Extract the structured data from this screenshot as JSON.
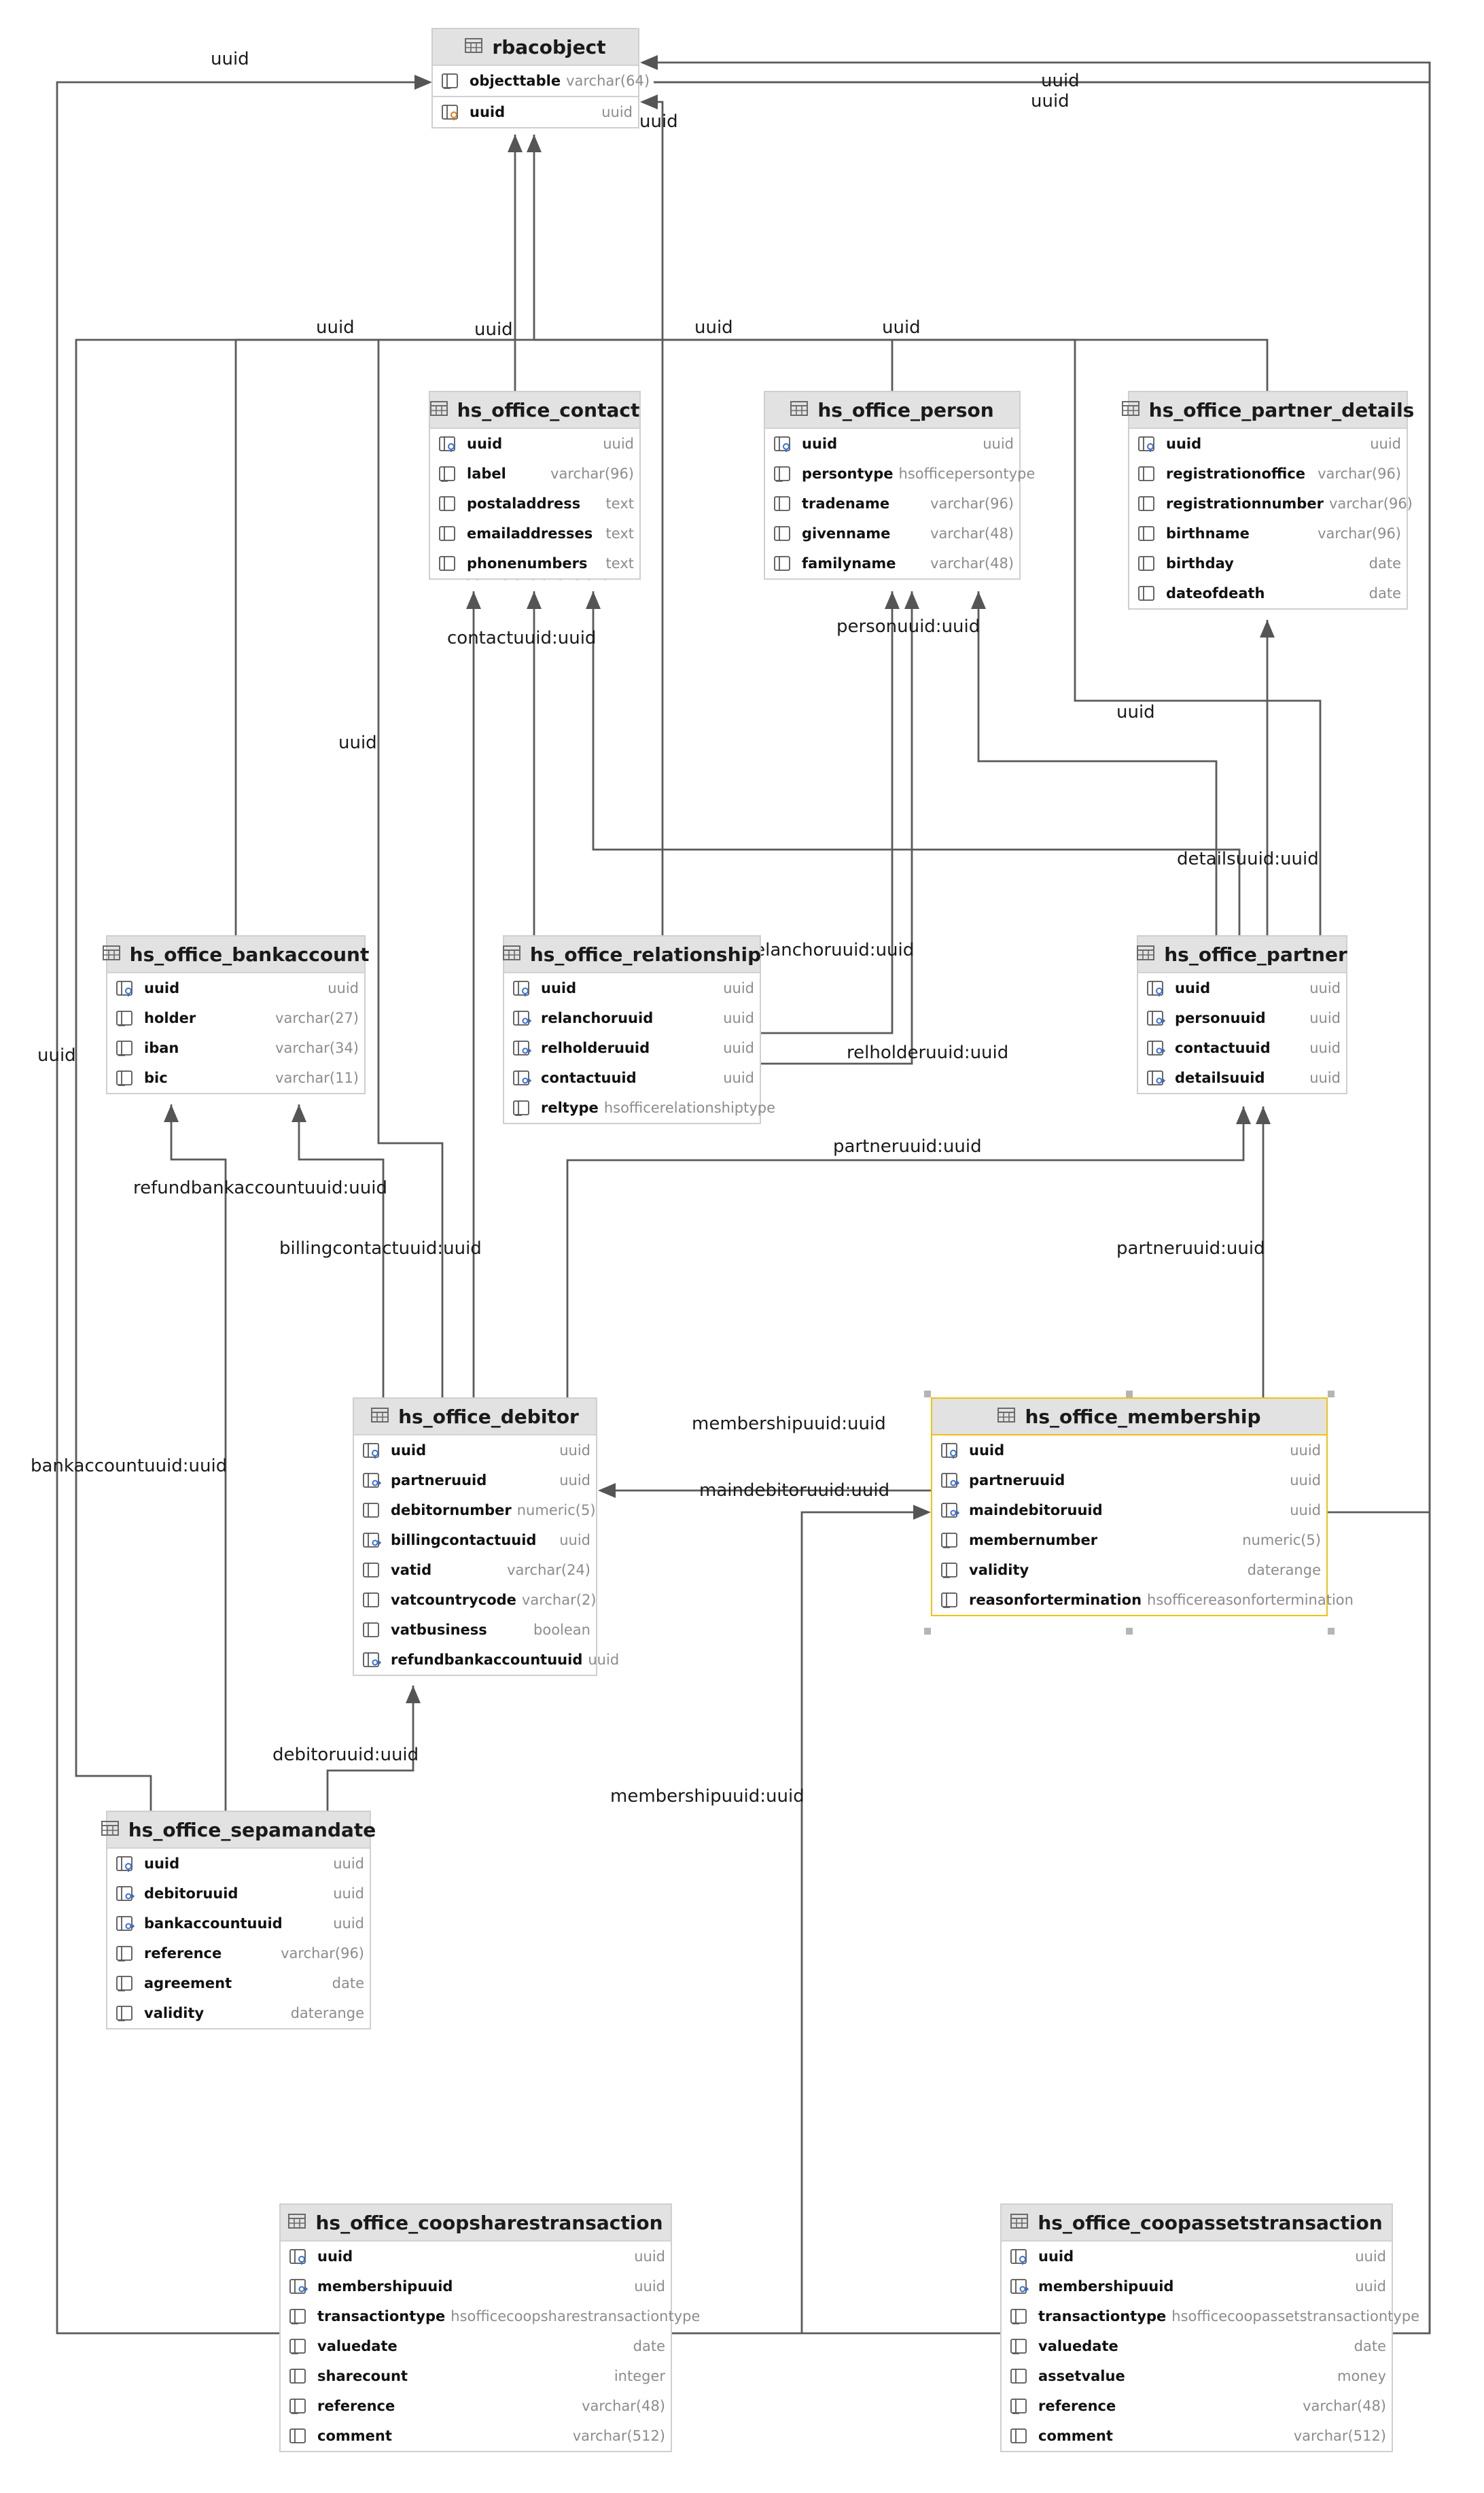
{
  "tables": {
    "rbacobject": {
      "title": "rbacobject",
      "columns": [
        {
          "name": "objecttable",
          "type": "varchar(64)",
          "icon": "column-not-null-icon"
        },
        {
          "name": "uuid",
          "type": "uuid",
          "icon": "primary-key-icon"
        }
      ]
    },
    "contact": {
      "title": "hs_office_contact",
      "columns": [
        {
          "name": "uuid",
          "type": "uuid",
          "icon": "key-icon"
        },
        {
          "name": "label",
          "type": "varchar(96)",
          "icon": "column-not-null-icon"
        },
        {
          "name": "postaladdress",
          "type": "text",
          "icon": "column-icon"
        },
        {
          "name": "emailaddresses",
          "type": "text",
          "icon": "column-icon"
        },
        {
          "name": "phonenumbers",
          "type": "text",
          "icon": "column-icon"
        }
      ]
    },
    "person": {
      "title": "hs_office_person",
      "columns": [
        {
          "name": "uuid",
          "type": "uuid",
          "icon": "key-icon"
        },
        {
          "name": "persontype",
          "type": "hsofficepersontype",
          "icon": "column-not-null-icon"
        },
        {
          "name": "tradename",
          "type": "varchar(96)",
          "icon": "column-icon"
        },
        {
          "name": "givenname",
          "type": "varchar(48)",
          "icon": "column-icon"
        },
        {
          "name": "familyname",
          "type": "varchar(48)",
          "icon": "column-icon"
        }
      ]
    },
    "partner_details": {
      "title": "hs_office_partner_details",
      "columns": [
        {
          "name": "uuid",
          "type": "uuid",
          "icon": "key-icon"
        },
        {
          "name": "registrationoffice",
          "type": "varchar(96)",
          "icon": "column-icon"
        },
        {
          "name": "registrationnumber",
          "type": "varchar(96)",
          "icon": "column-icon"
        },
        {
          "name": "birthname",
          "type": "varchar(96)",
          "icon": "column-icon"
        },
        {
          "name": "birthday",
          "type": "date",
          "icon": "column-icon"
        },
        {
          "name": "dateofdeath",
          "type": "date",
          "icon": "column-icon"
        }
      ]
    },
    "bankaccount": {
      "title": "hs_office_bankaccount",
      "columns": [
        {
          "name": "uuid",
          "type": "uuid",
          "icon": "key-icon"
        },
        {
          "name": "holder",
          "type": "varchar(27)",
          "icon": "column-not-null-icon"
        },
        {
          "name": "iban",
          "type": "varchar(34)",
          "icon": "column-not-null-icon"
        },
        {
          "name": "bic",
          "type": "varchar(11)",
          "icon": "column-not-null-icon"
        }
      ]
    },
    "relationship": {
      "title": "hs_office_relationship",
      "columns": [
        {
          "name": "uuid",
          "type": "uuid",
          "icon": "key-icon"
        },
        {
          "name": "relanchoruuid",
          "type": "uuid",
          "icon": "foreign-key-icon"
        },
        {
          "name": "relholderuuid",
          "type": "uuid",
          "icon": "foreign-key-icon"
        },
        {
          "name": "contactuuid",
          "type": "uuid",
          "icon": "foreign-key-icon"
        },
        {
          "name": "reltype",
          "type": "hsofficerelationshiptype",
          "icon": "column-not-null-icon"
        }
      ]
    },
    "partner": {
      "title": "hs_office_partner",
      "columns": [
        {
          "name": "uuid",
          "type": "uuid",
          "icon": "key-icon"
        },
        {
          "name": "personuuid",
          "type": "uuid",
          "icon": "foreign-key-icon"
        },
        {
          "name": "contactuuid",
          "type": "uuid",
          "icon": "foreign-key-icon"
        },
        {
          "name": "detailsuuid",
          "type": "uuid",
          "icon": "foreign-key-icon"
        }
      ]
    },
    "debitor": {
      "title": "hs_office_debitor",
      "columns": [
        {
          "name": "uuid",
          "type": "uuid",
          "icon": "key-icon"
        },
        {
          "name": "partneruuid",
          "type": "uuid",
          "icon": "foreign-key-icon"
        },
        {
          "name": "debitornumber",
          "type": "numeric(5)",
          "icon": "column-icon"
        },
        {
          "name": "billingcontactuuid",
          "type": "uuid",
          "icon": "foreign-key-icon"
        },
        {
          "name": "vatid",
          "type": "varchar(24)",
          "icon": "column-icon"
        },
        {
          "name": "vatcountrycode",
          "type": "varchar(2)",
          "icon": "column-icon"
        },
        {
          "name": "vatbusiness",
          "type": "boolean",
          "icon": "column-icon"
        },
        {
          "name": "refundbankaccountuuid",
          "type": "uuid",
          "icon": "foreign-key-icon"
        }
      ]
    },
    "membership": {
      "title": "hs_office_membership",
      "columns": [
        {
          "name": "uuid",
          "type": "uuid",
          "icon": "key-icon"
        },
        {
          "name": "partneruuid",
          "type": "uuid",
          "icon": "foreign-key-icon"
        },
        {
          "name": "maindebitoruuid",
          "type": "uuid",
          "icon": "foreign-key-icon"
        },
        {
          "name": "membernumber",
          "type": "numeric(5)",
          "icon": "column-not-null-icon"
        },
        {
          "name": "validity",
          "type": "daterange",
          "icon": "column-not-null-icon"
        },
        {
          "name": "reasonfortermination",
          "type": "hsofficereasonfortermination",
          "icon": "column-not-null-icon"
        }
      ]
    },
    "sepamandate": {
      "title": "hs_office_sepamandate",
      "columns": [
        {
          "name": "uuid",
          "type": "uuid",
          "icon": "key-icon"
        },
        {
          "name": "debitoruuid",
          "type": "uuid",
          "icon": "foreign-key-icon"
        },
        {
          "name": "bankaccountuuid",
          "type": "uuid",
          "icon": "foreign-key-icon"
        },
        {
          "name": "reference",
          "type": "varchar(96)",
          "icon": "column-not-null-icon"
        },
        {
          "name": "agreement",
          "type": "date",
          "icon": "column-not-null-icon"
        },
        {
          "name": "validity",
          "type": "daterange",
          "icon": "column-not-null-icon"
        }
      ]
    },
    "coopshares": {
      "title": "hs_office_coopsharestransaction",
      "columns": [
        {
          "name": "uuid",
          "type": "uuid",
          "icon": "key-icon"
        },
        {
          "name": "membershipuuid",
          "type": "uuid",
          "icon": "foreign-key-icon"
        },
        {
          "name": "transactiontype",
          "type": "hsofficecoopsharestransactiontype",
          "icon": "column-not-null-icon"
        },
        {
          "name": "valuedate",
          "type": "date",
          "icon": "column-not-null-icon"
        },
        {
          "name": "sharecount",
          "type": "integer",
          "icon": "column-icon"
        },
        {
          "name": "reference",
          "type": "varchar(48)",
          "icon": "column-not-null-icon"
        },
        {
          "name": "comment",
          "type": "varchar(512)",
          "icon": "column-icon"
        }
      ]
    },
    "coopassets": {
      "title": "hs_office_coopassetstransaction",
      "columns": [
        {
          "name": "uuid",
          "type": "uuid",
          "icon": "key-icon"
        },
        {
          "name": "membershipuuid",
          "type": "uuid",
          "icon": "foreign-key-icon"
        },
        {
          "name": "transactiontype",
          "type": "hsofficecoopassetstransactiontype",
          "icon": "column-not-null-icon"
        },
        {
          "name": "valuedate",
          "type": "date",
          "icon": "column-not-null-icon"
        },
        {
          "name": "assetvalue",
          "type": "money",
          "icon": "column-icon"
        },
        {
          "name": "reference",
          "type": "varchar(48)",
          "icon": "column-not-null-icon"
        },
        {
          "name": "comment",
          "type": "varchar(512)",
          "icon": "column-icon"
        }
      ]
    }
  },
  "edge_labels": [
    {
      "id": "uuid-coopshares",
      "text": "uuid"
    },
    {
      "id": "uuid-coopassets-1",
      "text": "uuid"
    },
    {
      "id": "uuid-coopassets-2",
      "text": "uuid"
    },
    {
      "id": "uuid-relationship",
      "text": "uuid"
    },
    {
      "id": "uuid-bankaccount",
      "text": "uuid"
    },
    {
      "id": "uuid-contact",
      "text": "uuid"
    },
    {
      "id": "uuid-person",
      "text": "uuid"
    },
    {
      "id": "uuid-partner-details",
      "text": "uuid"
    },
    {
      "id": "uuid-debitor",
      "text": "uuid"
    },
    {
      "id": "uuid-partner",
      "text": "uuid"
    },
    {
      "id": "uuid-sepamandate",
      "text": "uuid"
    },
    {
      "id": "contactuuid-1",
      "text": "contactuuid:uuid"
    },
    {
      "id": "contactuuid-2",
      "text": "contactuuid:uuid"
    },
    {
      "id": "personuuid",
      "text": "personuuid:uuid"
    },
    {
      "id": "detailsuuid",
      "text": "detailsuuid:uuid"
    },
    {
      "id": "relanchoruuid",
      "text": "relanchoruuid:uuid"
    },
    {
      "id": "relholderuuid",
      "text": "relholderuuid:uuid"
    },
    {
      "id": "partneruuid-debitor",
      "text": "partneruuid:uuid"
    },
    {
      "id": "partneruuid-membership",
      "text": "partneruuid:uuid"
    },
    {
      "id": "refundbankaccountuuid",
      "text": "refundbankaccountuuid:uuid"
    },
    {
      "id": "billingcontactuuid",
      "text": "billingcontactuuid:uuid"
    },
    {
      "id": "membershipuuid-1",
      "text": "membershipuuid:uuid"
    },
    {
      "id": "maindebitoruuid",
      "text": "maindebitoruuid:uuid"
    },
    {
      "id": "bankaccountuuid",
      "text": "bankaccountuuid:uuid"
    },
    {
      "id": "debitoruuid",
      "text": "debitoruuid:uuid"
    },
    {
      "id": "membershipuuid-2",
      "text": "membershipuuid:uuid"
    }
  ]
}
